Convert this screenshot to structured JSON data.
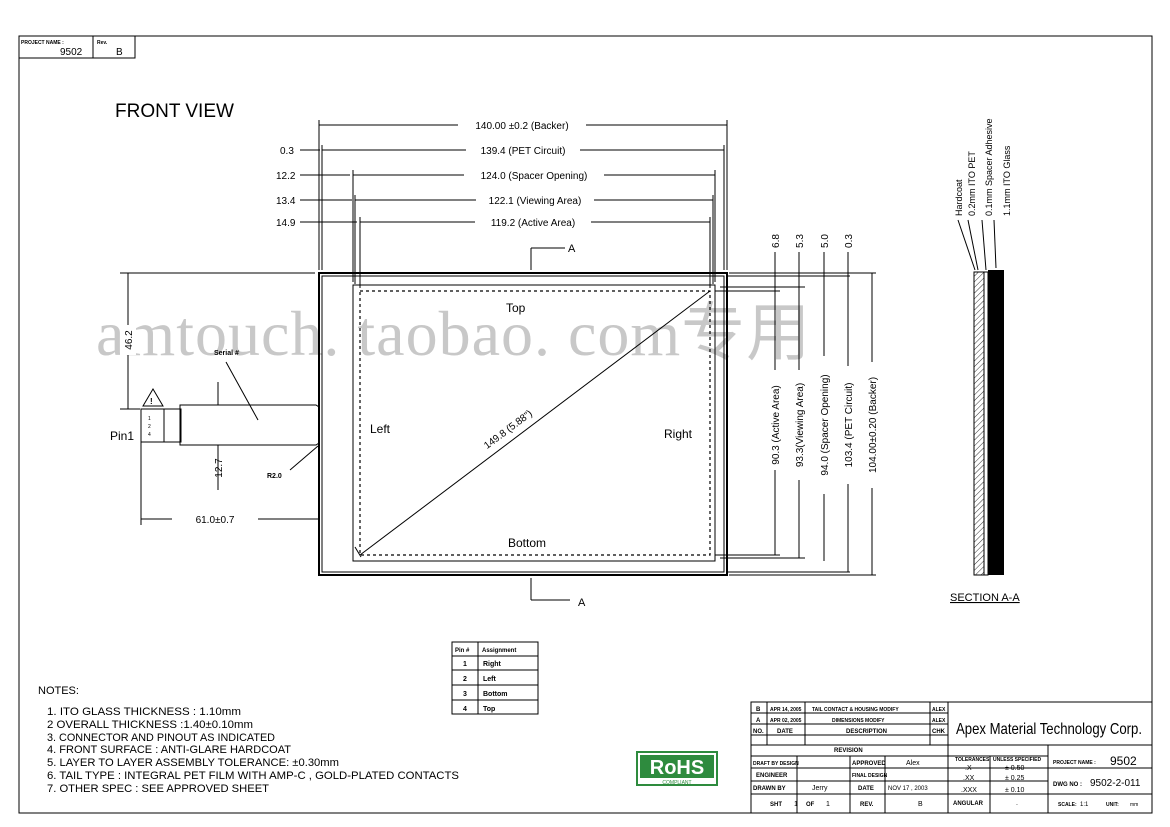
{
  "project_box": {
    "name_label": "PROJECT NAME :",
    "name_value": "9502",
    "rev_label": "Rev.",
    "rev_value": "B"
  },
  "front_view": {
    "title": "FRONT VIEW",
    "labels": {
      "top": "Top",
      "bottom": "Bottom",
      "left": "Left",
      "right": "Right",
      "serial": "Serial #",
      "pin1": "Pin1",
      "radius": "R2.0",
      "section_mark_top": "A",
      "section_mark_bottom": "A",
      "diagonal": "149.8 (5.88\")"
    },
    "horizontal_dims": [
      {
        "offset": "",
        "text": "140.00 ±0.2 (Backer)"
      },
      {
        "offset": "0.3",
        "text": "139.4 (PET Circuit)"
      },
      {
        "offset": "12.2",
        "text": "124.0 (Spacer Opening)"
      },
      {
        "offset": "13.4",
        "text": "122.1 (Viewing Area)"
      },
      {
        "offset": "14.9",
        "text": "119.2 (Active Area)"
      }
    ],
    "vertical_dims": [
      {
        "offset": "6.8",
        "text": "90.3 (Active Area)"
      },
      {
        "offset": "5.3",
        "text": "93.3(Viewing Area)"
      },
      {
        "offset": "5.0",
        "text": "94.0 (Spacer Opening)"
      },
      {
        "offset": "0.3",
        "text": "103.4 (PET Circuit)"
      },
      {
        "offset": "",
        "text": "104.00±0.20 (Backer)"
      }
    ],
    "tail_dims": {
      "vertical_top": "46.2",
      "vertical_tail": "12.7",
      "horizontal": "61.0±0.7"
    }
  },
  "section": {
    "title": "SECTION A-A",
    "layers": [
      "Hardcoat",
      "0.2mm ITO PET",
      "0.1mm Spacer Adhesive",
      "1.1mm ITO Glass"
    ]
  },
  "pin_table": {
    "headers": [
      "Pin #",
      "Assignment"
    ],
    "rows": [
      [
        "1",
        "Right"
      ],
      [
        "2",
        "Left"
      ],
      [
        "3",
        "Bottom"
      ],
      [
        "4",
        "Top"
      ]
    ]
  },
  "notes": {
    "title": "NOTES:",
    "items": [
      "1. ITO GLASS THICKNESS : 1.10mm",
      "2 OVERALL THICKNESS :1.40±0.10mm",
      "3. CONNECTOR AND PINOUT AS INDICATED",
      "4. FRONT SURFACE : ANTI-GLARE HARDCOAT",
      "5. LAYER TO LAYER ASSEMBLY TOLERANCE: ±0.30mm",
      "6. TAIL TYPE : INTEGRAL PET FILM WITH AMP-C , GOLD-PLATED CONTACTS",
      "7. OTHER SPEC : SEE APPROVED SHEET"
    ]
  },
  "watermark": "amtouch. taobao. com专用",
  "rohs": {
    "main": "RoHS",
    "sub": "COMPLIANT",
    "color": "#2e8b3e"
  },
  "revision_table": {
    "rows": [
      [
        "B",
        "APR 14, 2005",
        "TAIL CONTACT & HOUSING MODIFY",
        "ALEX"
      ],
      [
        "A",
        "APR 02, 2005",
        "DIMENSIONS MODIFY",
        "ALEX"
      ],
      [
        "NO.",
        "DATE",
        "DESCRIPTION",
        "CHK"
      ]
    ],
    "caption": "REVISION"
  },
  "signoff": {
    "rows": [
      [
        "DRAFT BY DESIGN",
        "",
        "APPROVED",
        "Alex"
      ],
      [
        "ENGINEER",
        "",
        "FINAL DESIGN",
        ""
      ],
      [
        "DRAWN BY",
        "Jerry",
        "DATE",
        "NOV 17 , 2003"
      ]
    ],
    "sheet": {
      "label": "SHT",
      "num": "1",
      "of": "OF",
      "total": "1",
      "rev_label": "REV.",
      "rev": "B"
    }
  },
  "company": "Apex Material Technology Corp.",
  "tolerance": {
    "headers": [
      "TOLERANCES",
      "UNLESS SPECIFIED"
    ],
    "rows": [
      [
        ".X",
        "± 0.50"
      ],
      [
        ".XX",
        "± 0.25"
      ],
      [
        ".XXX",
        "± 0.10"
      ],
      [
        "ANGULAR",
        "."
      ]
    ]
  },
  "project_info": {
    "name_label": "PROJECT NAME :",
    "name": "9502",
    "dwg_label": "DWG NO :",
    "dwg": "9502-2-011",
    "scale_label": "SCALE:",
    "scale": "1:1",
    "unit_label": "UNIT:",
    "unit": "mm"
  }
}
